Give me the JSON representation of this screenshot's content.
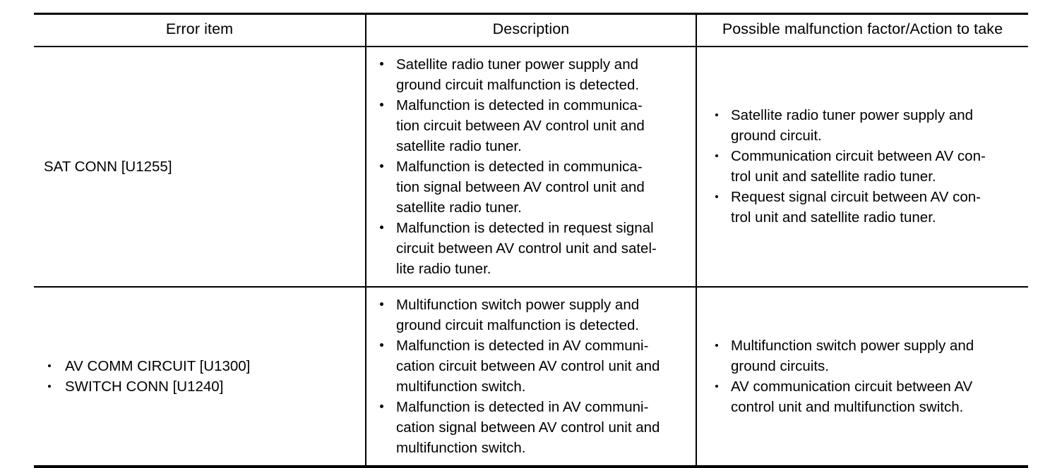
{
  "table": {
    "headers": [
      {
        "label": "Error item"
      },
      {
        "label": "Description"
      },
      {
        "label": "Possible malfunction factor/Action to take"
      }
    ],
    "rows": [
      {
        "error_item": {
          "type": "plain",
          "text": "SAT CONN [U1255]"
        },
        "description": {
          "type": "bullets",
          "items": [
            {
              "lines": [
                "Satellite radio tuner power supply and",
                "ground circuit malfunction is detected."
              ]
            },
            {
              "lines": [
                "Malfunction is detected in communica-",
                "tion circuit between AV control unit and",
                "satellite radio tuner."
              ]
            },
            {
              "lines": [
                "Malfunction is detected in communica-",
                "tion signal between AV control unit and",
                "satellite radio tuner."
              ]
            },
            {
              "lines": [
                "Malfunction is detected in request signal",
                "circuit between AV control unit and satel-",
                "lite radio tuner."
              ]
            }
          ]
        },
        "action": {
          "type": "bullets",
          "items": [
            {
              "lines": [
                "Satellite radio tuner power supply and",
                "ground circuit."
              ]
            },
            {
              "lines": [
                "Communication circuit between AV con-",
                "trol unit and satellite radio tuner."
              ]
            },
            {
              "lines": [
                "Request signal circuit between AV con-",
                "trol unit and satellite radio tuner."
              ]
            }
          ]
        }
      },
      {
        "error_item": {
          "type": "bullets",
          "items": [
            {
              "lines": [
                "AV COMM CIRCUIT [U1300]"
              ]
            },
            {
              "lines": [
                "SWITCH CONN [U1240]"
              ]
            }
          ]
        },
        "description": {
          "type": "bullets",
          "items": [
            {
              "lines": [
                "Multifunction switch power supply and",
                "ground circuit malfunction is detected."
              ]
            },
            {
              "lines": [
                "Malfunction is detected in AV communi-",
                "cation circuit between AV control unit and",
                "multifunction switch."
              ]
            },
            {
              "lines": [
                "Malfunction is detected in AV communi-",
                "cation signal between AV control unit and",
                "multifunction switch."
              ]
            }
          ]
        },
        "action": {
          "type": "bullets",
          "items": [
            {
              "lines": [
                "Multifunction switch power supply and",
                "ground circuits."
              ]
            },
            {
              "lines": [
                "AV communication circuit between AV",
                "control unit and multifunction switch."
              ]
            }
          ]
        }
      }
    ]
  }
}
